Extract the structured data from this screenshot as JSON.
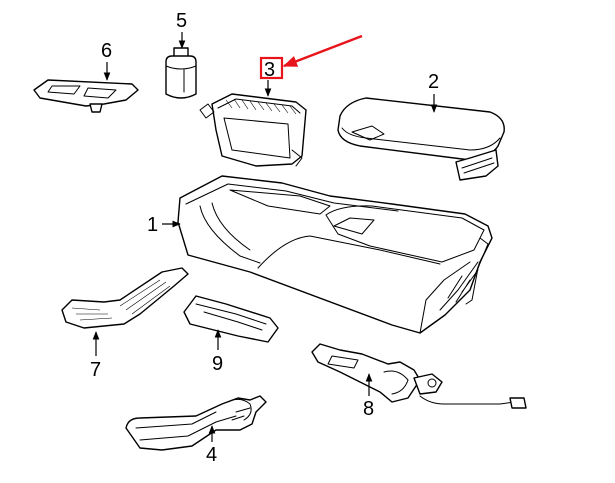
{
  "diagram": {
    "callouts": [
      {
        "id": "1",
        "text": "1"
      },
      {
        "id": "2",
        "text": "2"
      },
      {
        "id": "3",
        "text": "3"
      },
      {
        "id": "4",
        "text": "4"
      },
      {
        "id": "5",
        "text": "5"
      },
      {
        "id": "6",
        "text": "6"
      },
      {
        "id": "7",
        "text": "7"
      },
      {
        "id": "8",
        "text": "8"
      },
      {
        "id": "9",
        "text": "9"
      }
    ],
    "highlighted_callout": "3",
    "highlight_color": "#e8141b",
    "line_color": "#000000",
    "background": "#ffffff"
  }
}
